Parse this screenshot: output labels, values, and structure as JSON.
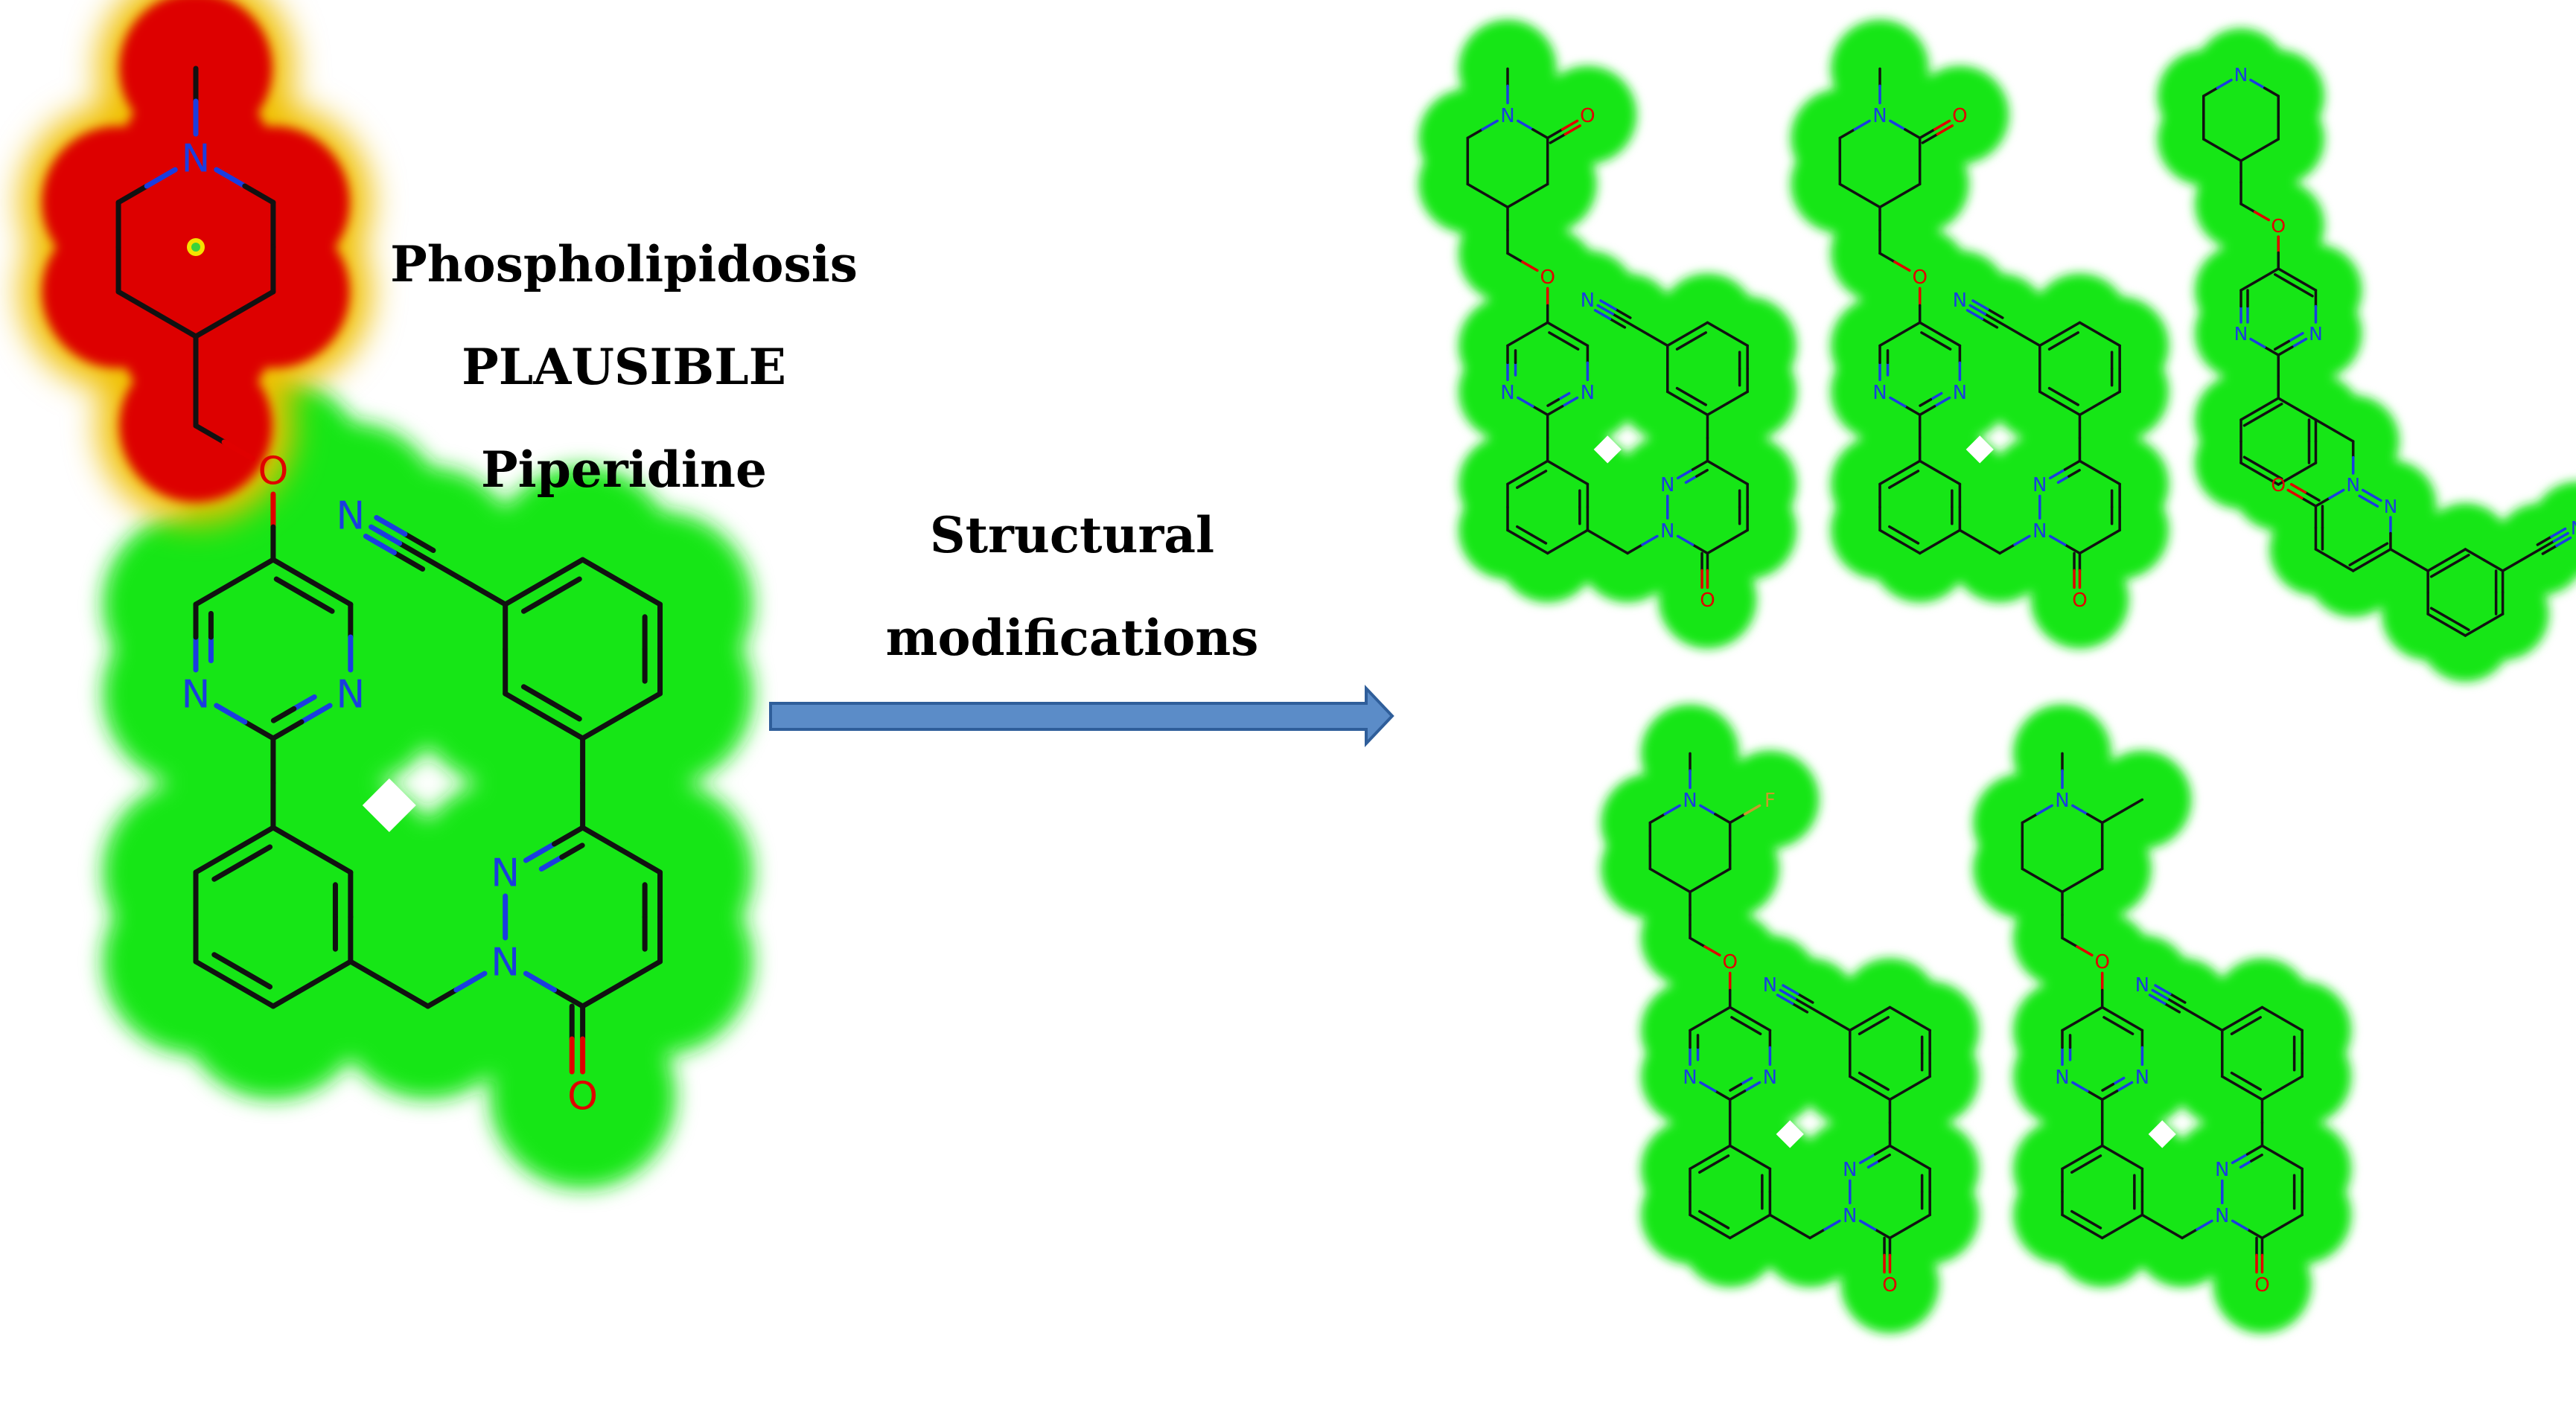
{
  "labels": {
    "finding_line1": "Phospholipidosis",
    "finding_line2": "PLAUSIBLE",
    "finding_line3": "Piperidine",
    "arrow_line1": "Structural",
    "arrow_line2": "modifications"
  },
  "atoms": {
    "nitrogen": "N",
    "oxygen": "O",
    "fluorine": "F"
  },
  "colors": {
    "favorable_region": "#19e619",
    "alert_region": "#dd0000",
    "alert_halo": "#f0c000",
    "arrow_fill": "#5b8cc8",
    "arrow_stroke": "#2f5e9a",
    "nitrogen": "#1a3de0",
    "oxygen": "#e00000",
    "fluorine": "#c89a2a",
    "bond": "#111111"
  },
  "analogs": [
    {
      "id": "ring-oxo-analog",
      "head_substituent": "O"
    },
    {
      "id": "lactam-analog",
      "head_substituent": "O"
    },
    {
      "id": "nh-piperidine-analog",
      "head_substituent": ""
    },
    {
      "id": "fluoro-analog",
      "head_substituent": "F"
    },
    {
      "id": "methyl-analog",
      "head_substituent": ""
    }
  ]
}
